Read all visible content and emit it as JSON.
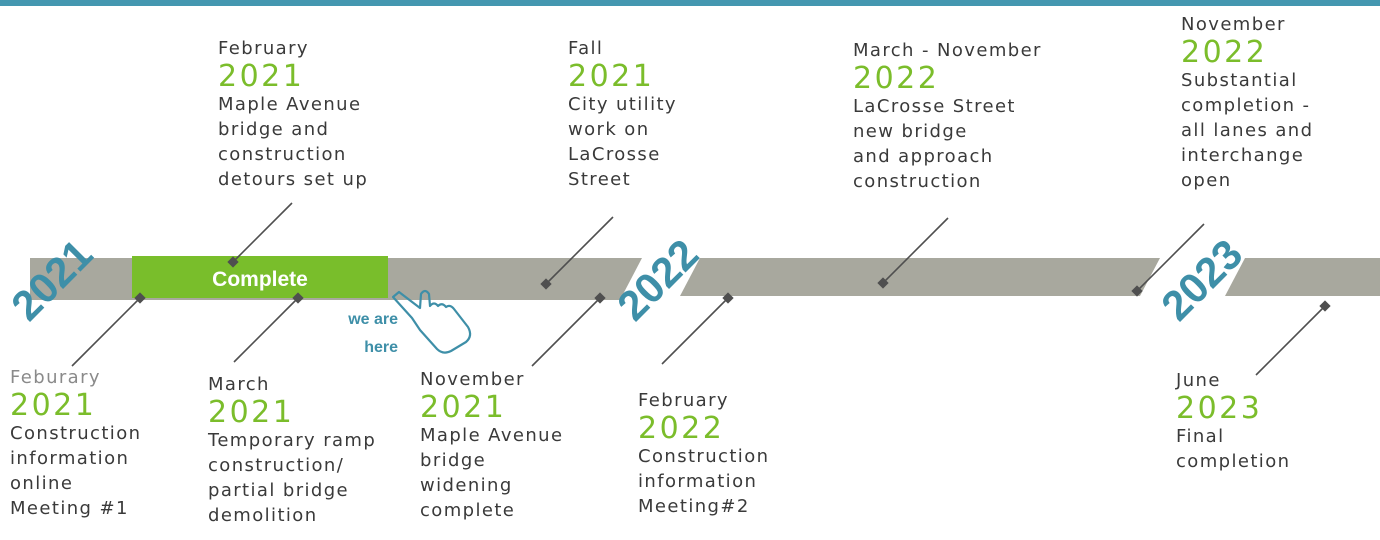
{
  "colors": {
    "topbar": "#4497b0",
    "band": "#a8a89e",
    "progress": "#79be2b",
    "year_accent": "#7bbd2b",
    "year_badge": "#3e8fa8",
    "text": "#3a3a3a",
    "connector": "#4f4f4f"
  },
  "timeline": {
    "progress_label": "Complete",
    "you_are_here": "we are\nhere",
    "year_markers": [
      "2021",
      "2022",
      "2023"
    ]
  },
  "events_above": [
    {
      "when": "February",
      "year": "2021",
      "desc": "Maple Avenue\nbridge and\nconstruction\ndetours set up"
    },
    {
      "when": "Fall",
      "year": "2021",
      "desc": "City utility\nwork on\nLaCrosse\nStreet"
    },
    {
      "when": "March - November",
      "year": "2022",
      "desc": "LaCrosse Street\nnew bridge\nand approach\nconstruction"
    },
    {
      "when": "November",
      "year": "2022",
      "desc": "Substantial\ncompletion -\nall lanes and\ninterchange\nopen"
    }
  ],
  "events_below": [
    {
      "when": "Feburary",
      "year": "2021",
      "desc": "Construction\ninformation\nonline\nMeeting #1"
    },
    {
      "when": "March",
      "year": "2021",
      "desc": "Temporary ramp\nconstruction/\npartial bridge\ndemolition"
    },
    {
      "when": "November",
      "year": "2021",
      "desc": "Maple Avenue\nbridge\nwidening\ncomplete"
    },
    {
      "when": "February",
      "year": "2022",
      "desc": "Construction\ninformation\nMeeting#2"
    },
    {
      "when": "June",
      "year": "2023",
      "desc": "Final\ncompletion"
    }
  ]
}
